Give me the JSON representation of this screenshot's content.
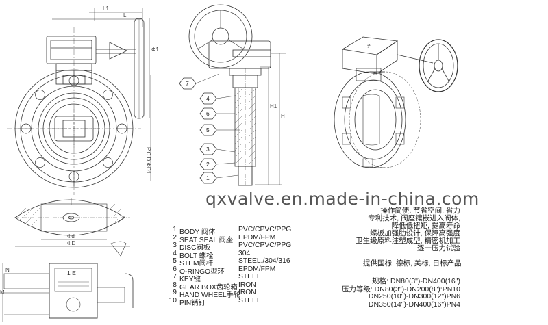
{
  "watermark": "qxvalve.en.made-in-china.com",
  "dimension_labels": {
    "l1": "L1",
    "l": "L",
    "phi1": "Φ1",
    "pcd": "P.C.D.ΦD1",
    "h1": "H1",
    "h": "H",
    "d_small": "Φd",
    "d_big": "ΦD",
    "n": "N",
    "m": "M"
  },
  "callouts": [
    "7",
    "4",
    "6",
    "5",
    "3",
    "2",
    "1"
  ],
  "gearbox_label": "1 E",
  "parts": [
    {
      "no": "1",
      "name": "BODY 阀体",
      "material": "PVC/CPVC/PPG"
    },
    {
      "no": "2",
      "name": "SEAT SEAL 阀座",
      "material": "EPDM/FPM"
    },
    {
      "no": "3",
      "name": "DISC阀板",
      "material": "PVC/CPVC/PPG"
    },
    {
      "no": "4",
      "name": "BOLT 螺栓",
      "material": "304"
    },
    {
      "no": "5",
      "name": "STEM阀杆",
      "material": "STEEL./304/316"
    },
    {
      "no": "6",
      "name": "O-RINGO型环",
      "material": "EPDM/FPM"
    },
    {
      "no": "7",
      "name": "KEY键",
      "material": "STEEL"
    },
    {
      "no": "8",
      "name": "GEAR BOX齿轮箱",
      "material": "IRON"
    },
    {
      "no": "9",
      "name": "HAND WHEEL手轮",
      "material": "IRON"
    },
    {
      "no": "10",
      "name": "PIN销钉",
      "material": "STEEL"
    }
  ],
  "features": [
    "操作简便, 节省空间, 省力",
    "专利技术, 阀座镶嵌进入阀体,",
    "降低低扭矩, 提高寿命",
    "蝶板加强肋设计, 保障高强度",
    "卫生级原料注塑成型, 精密机加工",
    "逐一压力试验"
  ],
  "service_line": "提供国标, 德标, 美标, 日标产品",
  "specs": [
    "规格: DN80(3\")-DN400(16\")",
    "压力等级: DN80(3\")-DN200(8\"):PN10",
    "DN250(10\")-DN300(12\")PN6",
    "DN350(14\")-DN400(16\")PN4"
  ]
}
